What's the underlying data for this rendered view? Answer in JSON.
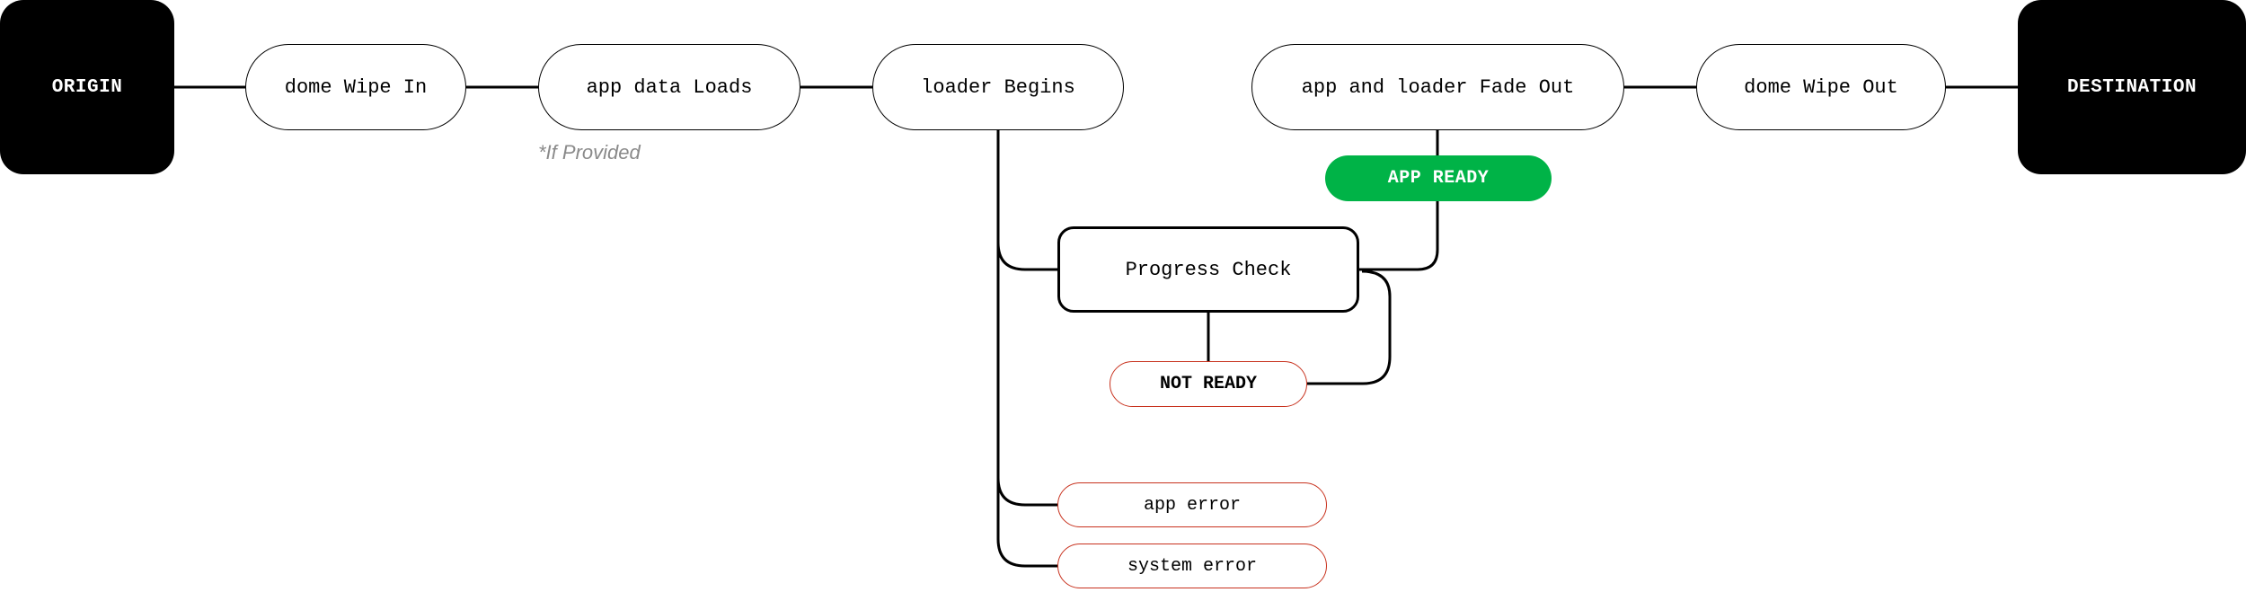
{
  "colors": {
    "terminal": "#000000",
    "line": "#000000",
    "ready": "#00b347",
    "error_border": "#c8321e",
    "note": "#8a8a8a"
  },
  "flow": {
    "origin": "ORIGIN",
    "dome_wipe_in": "dome Wipe In",
    "app_data_loads": "app data Loads",
    "if_provided_note": "*If Provided",
    "loader_begins": "loader Begins",
    "fade_out": "app and loader Fade Out",
    "dome_wipe_out": "dome Wipe Out",
    "destination": "DESTINATION"
  },
  "check": {
    "progress_check": "Progress Check",
    "app_ready": "APP READY",
    "not_ready": "NOT READY"
  },
  "errors": {
    "app_error": "app error",
    "system_error": "system error"
  }
}
